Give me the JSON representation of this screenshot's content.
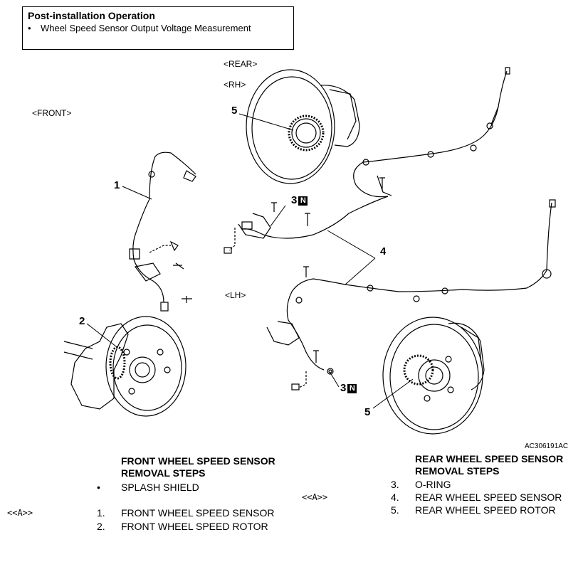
{
  "note_box": {
    "title": "Post-installation Operation",
    "bullet": "•",
    "item": "Wheel Speed Sensor Output Voltage Measurement"
  },
  "labels": {
    "rear": "<REAR>",
    "rh": "<RH>",
    "front": "<FRONT>",
    "lh": "<LH>",
    "callout_1": "1",
    "callout_2": "2",
    "callout_3a": "3",
    "callout_3b": "3",
    "callout_4": "4",
    "callout_5a": "5",
    "callout_5b": "5",
    "n_mark": "N",
    "figure_code": "AC306191AC"
  },
  "front_section": {
    "heading_line1": "FRONT WHEEL SPEED SENSOR",
    "heading_line2": "REMOVAL STEPS",
    "steps": [
      {
        "num": "•",
        "text": "SPLASH SHIELD",
        "ref": ""
      },
      {
        "num": "1.",
        "text": "FRONT WHEEL SPEED SENSOR",
        "ref": "<<A>>"
      },
      {
        "num": "2.",
        "text": "FRONT WHEEL SPEED ROTOR",
        "ref": ""
      }
    ]
  },
  "rear_section": {
    "heading_line1": "REAR WHEEL SPEED SENSOR",
    "heading_line2": "REMOVAL STEPS",
    "steps": [
      {
        "num": "3.",
        "text": "O-RING",
        "ref": ""
      },
      {
        "num": "4.",
        "text": "REAR WHEEL SPEED SENSOR",
        "ref": "<<A>>"
      },
      {
        "num": "5.",
        "text": "REAR WHEEL SPEED ROTOR",
        "ref": ""
      }
    ]
  }
}
